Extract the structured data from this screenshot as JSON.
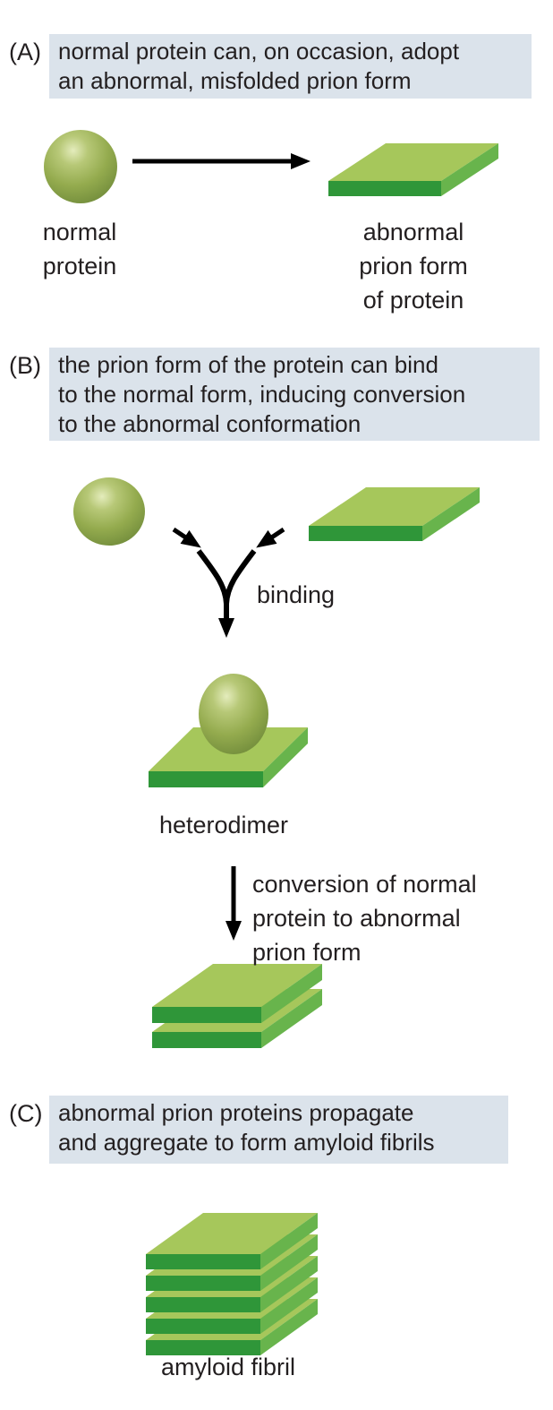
{
  "colors": {
    "background": "#ffffff",
    "header_box": "#dbe3eb",
    "text": "#231f20",
    "slab_top": "#a6c75b",
    "slab_front": "#2f9639",
    "slab_side": "#68b44c",
    "sphere_highlight": "#e4ecbc",
    "sphere_light": "#b7c877",
    "sphere_mid": "#94ab4e",
    "sphere_dark": "#6f8a3a",
    "arrow": "#000000"
  },
  "panel_a": {
    "tag": "(A)",
    "header": "normal protein can, on occasion, adopt\nan abnormal, misfolded prion form",
    "sphere_label": "normal\nprotein",
    "slab_label": "abnormal prion form\nof protein"
  },
  "panel_b": {
    "tag": "(B)",
    "header": "the prion form of the protein can bind\nto the normal form, inducing conversion\nto the abnormal conformation",
    "binding_label": "binding",
    "heterodimer_label": "heterodimer",
    "conversion_label": "conversion of normal\nprotein to abnormal\nprion form"
  },
  "panel_c": {
    "tag": "(C)",
    "header": "abnormal prion proteins propagate\nand aggregate to form amyloid fibrils",
    "fibril_label": "amyloid fibril"
  }
}
